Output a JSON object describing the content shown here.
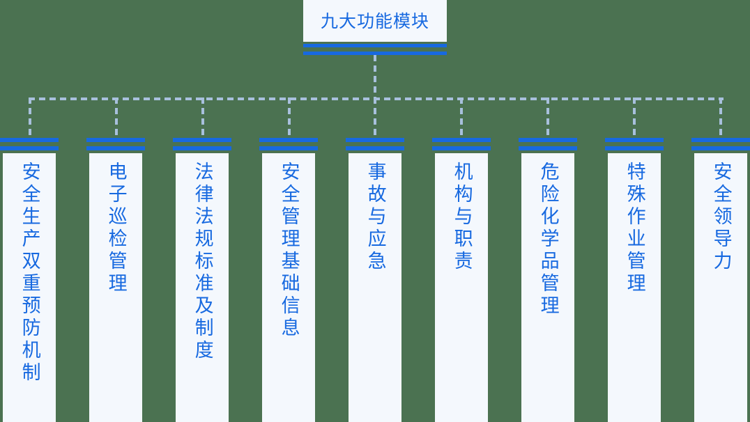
{
  "diagram": {
    "type": "tree",
    "orientation": "top-down",
    "root": {
      "label": "九大功能模块"
    },
    "colors": {
      "background": "#4b7251",
      "node_fill": "#f4f8fd",
      "accent": "#1769e0",
      "connector": "#a8c0dd",
      "text": "#1769e0"
    },
    "modules": [
      {
        "index": 1,
        "label": "安全生产双重预防机制"
      },
      {
        "index": 2,
        "label": "电子巡检管理"
      },
      {
        "index": 3,
        "label": "法律法规标准及制度"
      },
      {
        "index": 4,
        "label": "安全管理基础信息"
      },
      {
        "index": 5,
        "label": "事故与应急"
      },
      {
        "index": 6,
        "label": "机构与职责"
      },
      {
        "index": 7,
        "label": "危险化学品管理"
      },
      {
        "index": 8,
        "label": "特殊作业管理"
      },
      {
        "index": 9,
        "label": "安全领导力"
      }
    ]
  }
}
